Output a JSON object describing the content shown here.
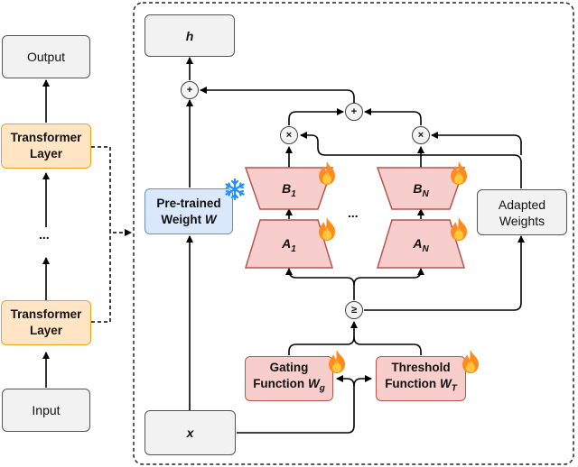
{
  "left_column": {
    "output_label": "Output",
    "transformer_top": "Transformer Layer",
    "ellipsis": "...",
    "transformer_bottom": "Transformer Layer",
    "input_label": "Input"
  },
  "detail": {
    "h_label": "h",
    "x_label": "x",
    "pretrained_line1": "Pre-trained",
    "pretrained_line2": "Weight",
    "pretrained_var": "W",
    "b1_main": "B",
    "b1_sub": "1",
    "bn_main": "B",
    "bn_sub": "N",
    "a1_main": "A",
    "a1_sub": "1",
    "an_main": "A",
    "an_sub": "N",
    "middle_dots": "...",
    "adapted_line1": "Adapted",
    "adapted_line2": "Weights",
    "gating_line1": "Gating",
    "gating_line2": "Function",
    "gating_var": "W",
    "gating_sub": "g",
    "threshold_line1": "Threshold",
    "threshold_line2": "Function",
    "threshold_var": "W",
    "threshold_sub": "T",
    "op_plus": "+",
    "op_times": "×",
    "op_geq": "≥"
  },
  "icons": {
    "frozen": "snowflake-icon",
    "trainable": "flame-icon"
  },
  "colors": {
    "transformer_fill": "#ffe5c4",
    "pretrained_fill": "#dae8fc",
    "lora_fill": "#f8cecc",
    "neutral_fill": "#f2f2f2"
  }
}
